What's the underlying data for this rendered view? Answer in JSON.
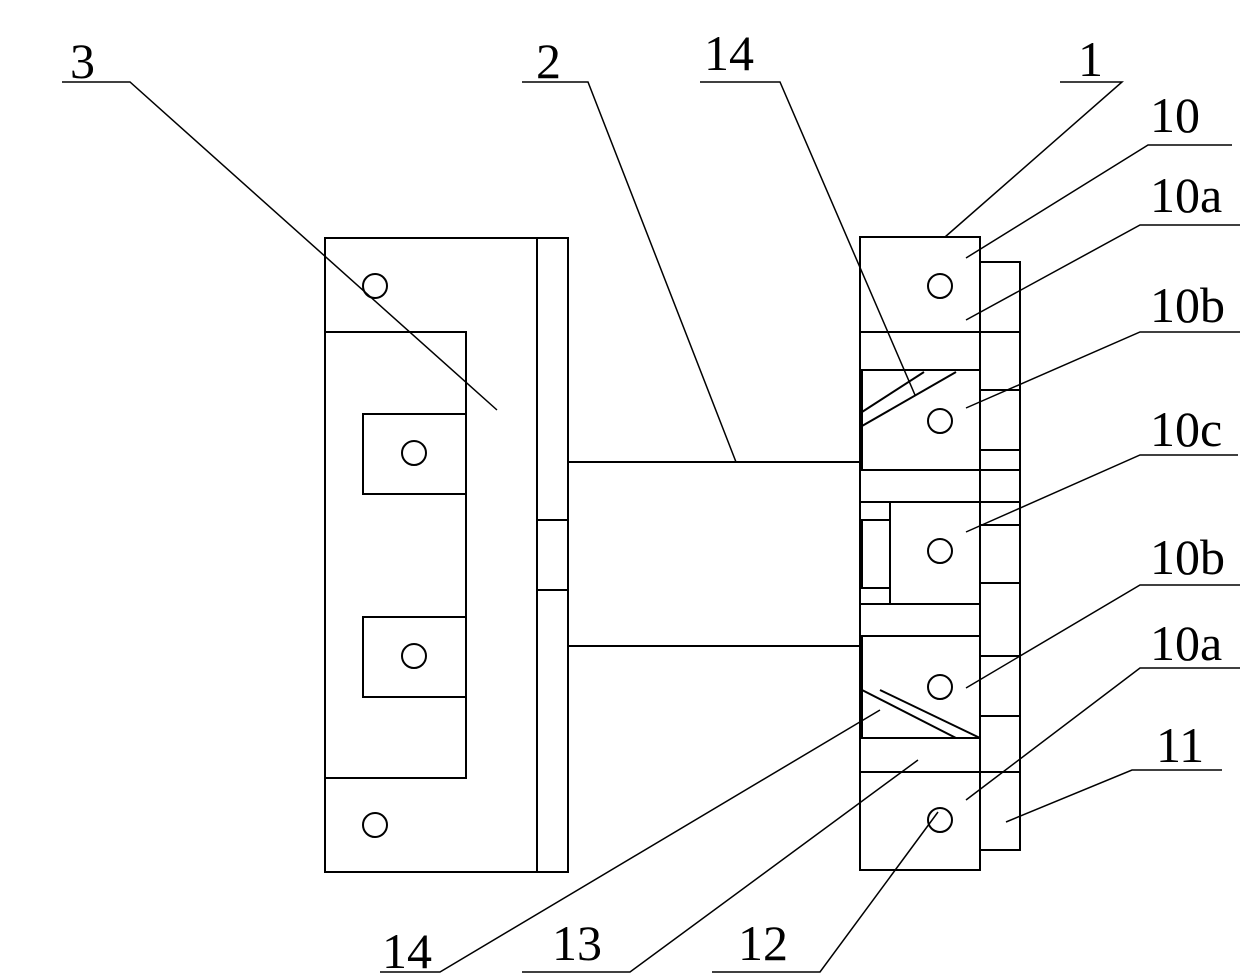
{
  "labels": {
    "l3": "3",
    "l2": "2",
    "l14_top": "14",
    "l1": "1",
    "l10": "10",
    "l10a_top": "10a",
    "l10b_top": "10b",
    "l10c": "10c",
    "l10b_bottom": "10b",
    "l10a_bottom": "10a",
    "l11": "11",
    "l14_bottom": "14",
    "l13": "13",
    "l12": "12"
  }
}
